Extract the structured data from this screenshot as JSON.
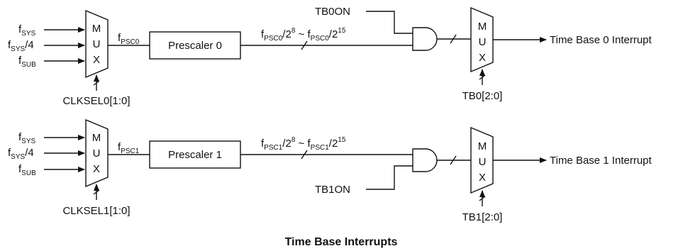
{
  "caption": "Time Base Interrupts",
  "f": "f",
  "sub_sys": "SYS",
  "sub_sub": "SUB",
  "div4": "/4",
  "mux_letters": [
    "M",
    "U",
    "X"
  ],
  "channels": [
    {
      "psc_sub": "PSC0",
      "prescaler": "Prescaler 0",
      "range_lo_exp": "8",
      "range_hi_exp": "15",
      "range_div": "/2",
      "tilde": " ~ ",
      "enable": "TB0ON",
      "clksel": "CLKSEL0[1:0]",
      "tbsel": "TB0[2:0]",
      "output": "Time Base 0 Interrupt"
    },
    {
      "psc_sub": "PSC1",
      "prescaler": "Prescaler 1",
      "range_lo_exp": "8",
      "range_hi_exp": "15",
      "range_div": "/2",
      "tilde": " ~ ",
      "enable": "TB1ON",
      "clksel": "CLKSEL1[1:0]",
      "tbsel": "TB1[2:0]",
      "output": "Time Base 1 Interrupt"
    }
  ]
}
